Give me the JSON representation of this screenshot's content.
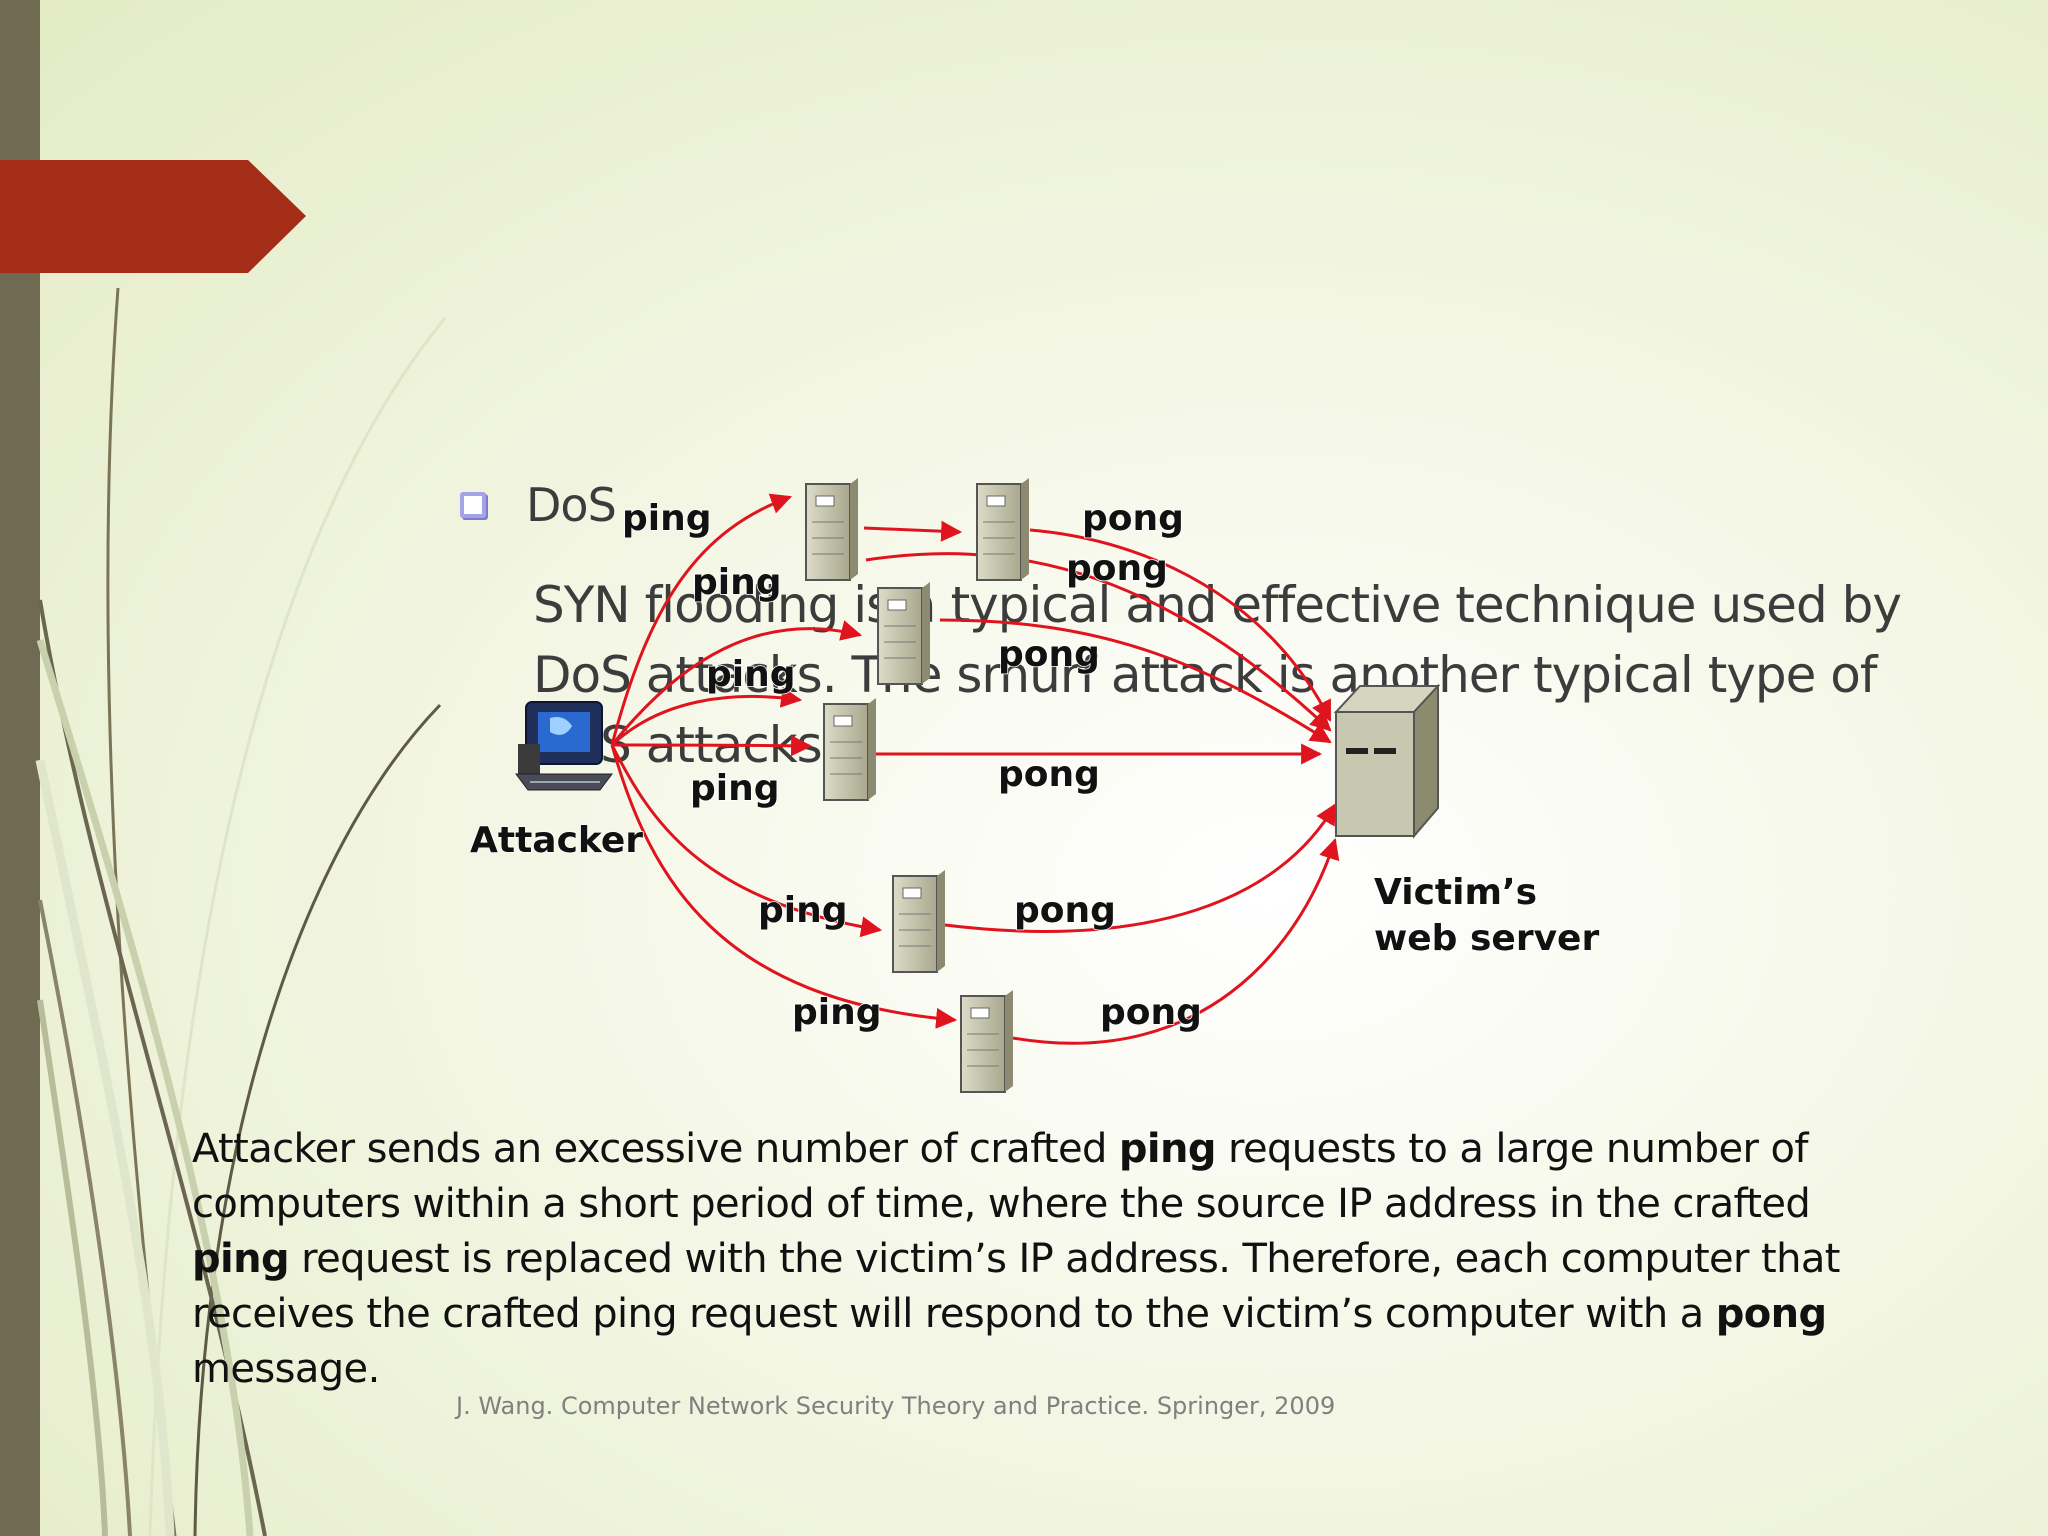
{
  "bullet": {
    "text": "DoS"
  },
  "body_text": "SYN flooding is a typical and effective technique used by DoS attacks. The smurf attack is another typical type of DoS attacks",
  "diagram": {
    "attacker_label": "Attacker",
    "victim_label_line1": "Victim’s",
    "victim_label_line2": "web server",
    "ping_label": "ping",
    "pong_label": "pong"
  },
  "caption": {
    "part1": "Attacker sends an excessive number of crafted ",
    "bold1": "ping",
    "part2": " requests to a large number of computers within a short period of time, where the source IP address in the crafted ",
    "bold2": "ping",
    "part3": " request is replaced with the victim’s IP address. Therefore, each computer that receives the crafted ping request will respond to the victim’s computer with a ",
    "bold3": "pong",
    "part4": " message."
  },
  "reference": "J. Wang. Computer Network Security Theory and Practice. Springer, 2009",
  "colors": {
    "accent": "#a32d17",
    "sidebar": "#716a52",
    "arrow": "#e0141e"
  }
}
